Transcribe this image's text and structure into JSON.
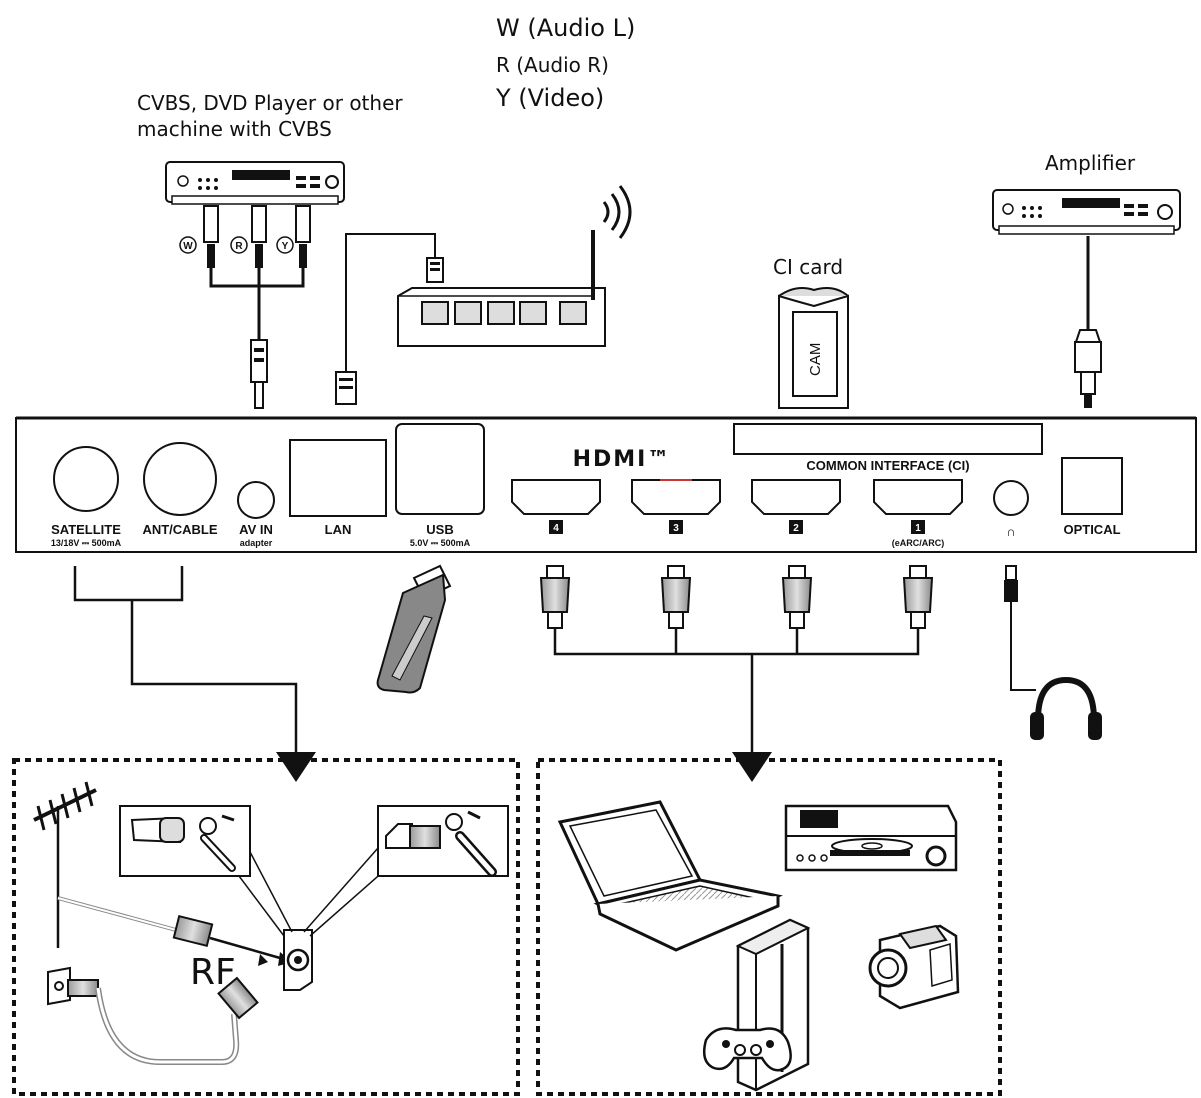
{
  "labels": {
    "audio_l": "W (Audio L)",
    "audio_r": "R (Audio R)",
    "video": "Y (Video)",
    "cvbs_line1": "CVBS, DVD Player or other",
    "cvbs_line2": "machine with CVBS",
    "amplifier": "Amplifier",
    "ci_card": "CI card",
    "cam": "CAM",
    "rf": "RF"
  },
  "rca_letters": [
    "W",
    "R",
    "Y"
  ],
  "panel": {
    "hdmi_logo": "HDMI™",
    "common_interface": "COMMON INTERFACE (CI)",
    "satellite": "SATELLITE",
    "satellite_sub": "13/18V ⎓ 500mA",
    "ant_cable": "ANT/CABLE",
    "av_in": "AV IN",
    "av_in_sub": "adapter",
    "lan": "LAN",
    "usb": "USB",
    "usb_sub": "5.0V ⎓ 500mA",
    "hdmi_ports": [
      "4",
      "3",
      "2",
      "1"
    ],
    "hdmi1_sub": "(eARC/ARC)",
    "headphone_symbol": "∩",
    "optical": "OPTICAL"
  }
}
